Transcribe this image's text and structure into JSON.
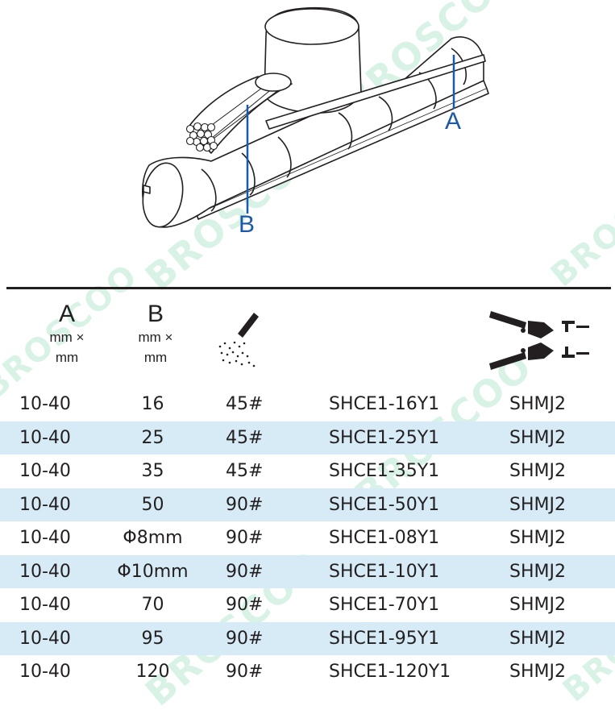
{
  "watermark": "BROSCOO",
  "labels": {
    "a": "A",
    "b": "B"
  },
  "header": {
    "col_a": {
      "letter": "A",
      "unit_line1": "mm ×",
      "unit_line2": "mm"
    },
    "col_b": {
      "letter": "B",
      "unit_line1": "mm ×",
      "unit_line2": "mm"
    },
    "col_cut_icon": "cutting-blade-icon",
    "col_crimp_icon": "crimping-pliers-icon"
  },
  "rows": [
    {
      "a": "10-40",
      "b": "16",
      "grit": "45#",
      "code": "SHCE1-16Y1",
      "tool": "SHMJ2"
    },
    {
      "a": "10-40",
      "b": "25",
      "grit": "45#",
      "code": "SHCE1-25Y1",
      "tool": "SHMJ2"
    },
    {
      "a": "10-40",
      "b": "35",
      "grit": "45#",
      "code": "SHCE1-35Y1",
      "tool": "SHMJ2"
    },
    {
      "a": "10-40",
      "b": "50",
      "grit": "90#",
      "code": "SHCE1-50Y1",
      "tool": "SHMJ2"
    },
    {
      "a": "10-40",
      "b": "Φ8mm",
      "grit": "90#",
      "code": "SHCE1-08Y1",
      "tool": "SHMJ2"
    },
    {
      "a": "10-40",
      "b": "Φ10mm",
      "grit": "90#",
      "code": "SHCE1-10Y1",
      "tool": "SHMJ2"
    },
    {
      "a": "10-40",
      "b": "70",
      "grit": "90#",
      "code": "SHCE1-70Y1",
      "tool": "SHMJ2"
    },
    {
      "a": "10-40",
      "b": "95",
      "grit": "90#",
      "code": "SHCE1-95Y1",
      "tool": "SHMJ2"
    },
    {
      "a": "10-40",
      "b": "120",
      "grit": "90#",
      "code": "SHCE1-120Y1",
      "tool": "SHMJ2"
    }
  ],
  "colors": {
    "accent": "#1a5aa6",
    "row_shade": "#d6ebf6",
    "text": "#231f20",
    "watermark": "#b9ead0"
  }
}
